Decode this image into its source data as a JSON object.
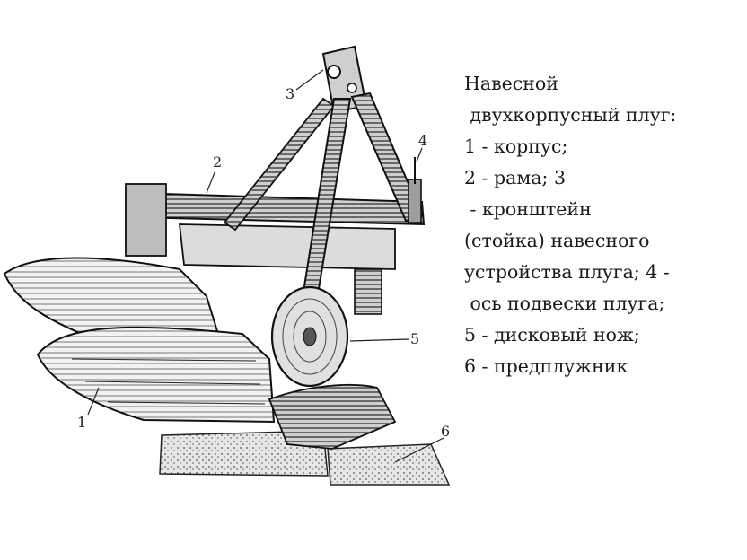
{
  "legend": {
    "lines": [
      "Навесной",
      " двухкорпусный плуг:",
      "1 - корпус;",
      "2 - рама; 3",
      " - кронштейн",
      "(стойка) навесного",
      "устройства плуга; 4 -",
      " ось подвески плуга;",
      "5 - дисковый нож;",
      "6 - предплужник"
    ]
  },
  "callouts": {
    "n1": "1",
    "n2": "2",
    "n3": "3",
    "n4": "4",
    "n5": "5",
    "n6": "6"
  }
}
